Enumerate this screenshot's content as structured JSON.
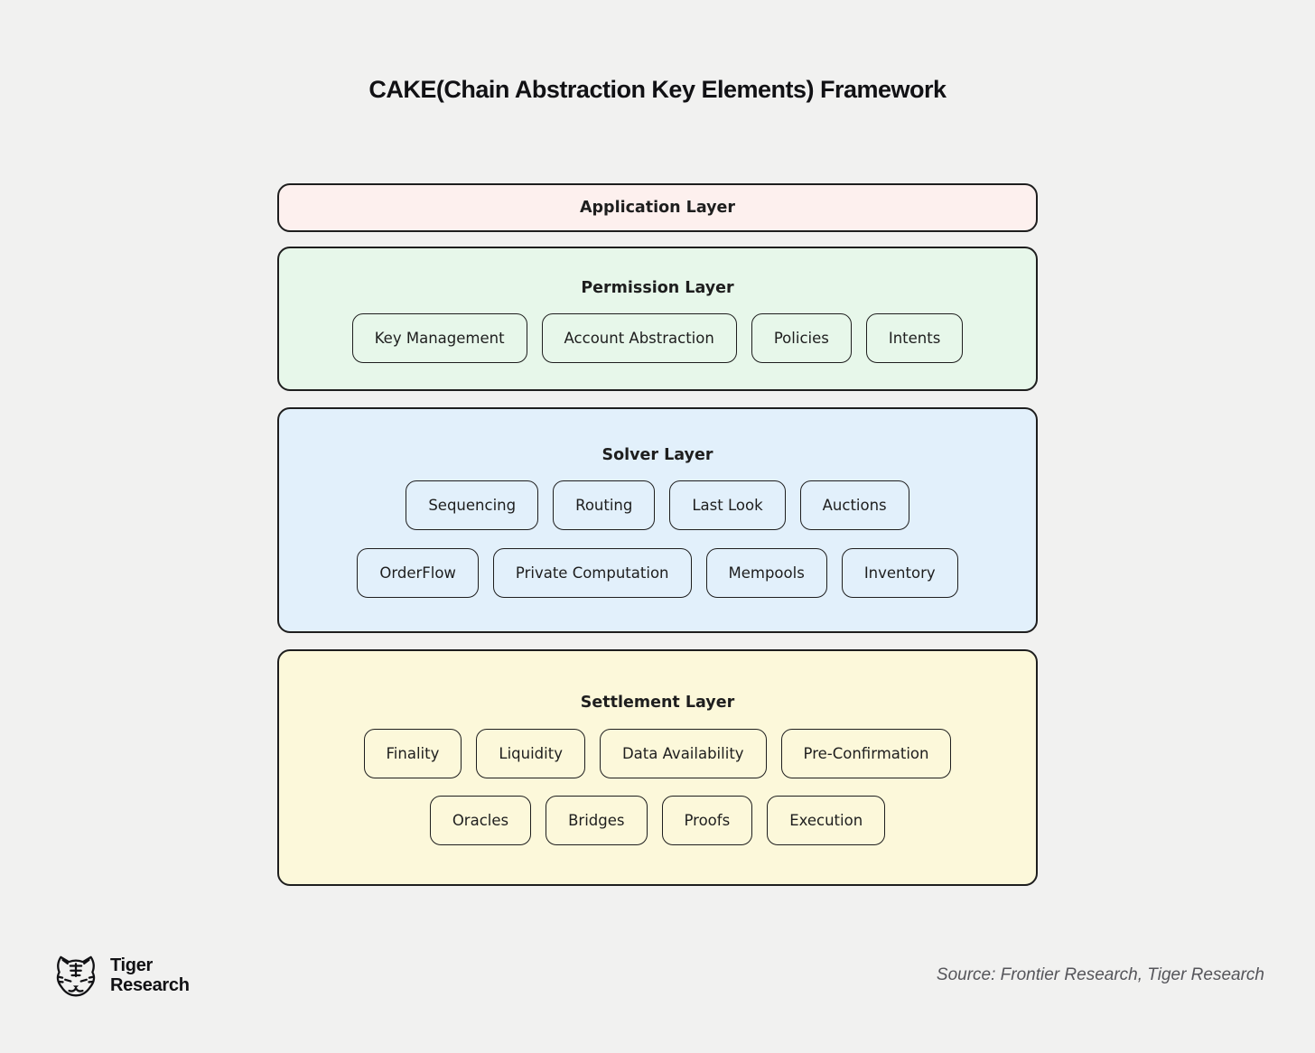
{
  "title": "CAKE(Chain Abstraction Key Elements) Framework",
  "layers": [
    {
      "name": "Application Layer",
      "rows": []
    },
    {
      "name": "Permission Layer",
      "rows": [
        [
          "Key Management",
          "Account Abstraction",
          "Policies",
          "Intents"
        ]
      ]
    },
    {
      "name": "Solver Layer",
      "rows": [
        [
          "Sequencing",
          "Routing",
          "Last Look",
          "Auctions"
        ],
        [
          "OrderFlow",
          "Private Computation",
          "Mempools",
          "Inventory"
        ]
      ]
    },
    {
      "name": "Settlement Layer",
      "rows": [
        [
          "Finality",
          "Liquidity",
          "Data Availability",
          "Pre-Confirmation"
        ],
        [
          "Oracles",
          "Bridges",
          "Proofs",
          "Execution"
        ]
      ]
    }
  ],
  "colors": {
    "page_background": "#f1f1f0",
    "border": "#1e1e1e",
    "application_layer": "#fdf0ee",
    "permission_layer": "#e7f7ea",
    "solver_layer": "#e2f0fb",
    "settlement_layer": "#fcf8da",
    "source_text": "#55555a"
  },
  "footer": {
    "logo_line1": "Tiger",
    "logo_line2": "Research",
    "logo_icon": "tiger-face-icon",
    "source": "Source: Frontier Research, Tiger Research"
  }
}
